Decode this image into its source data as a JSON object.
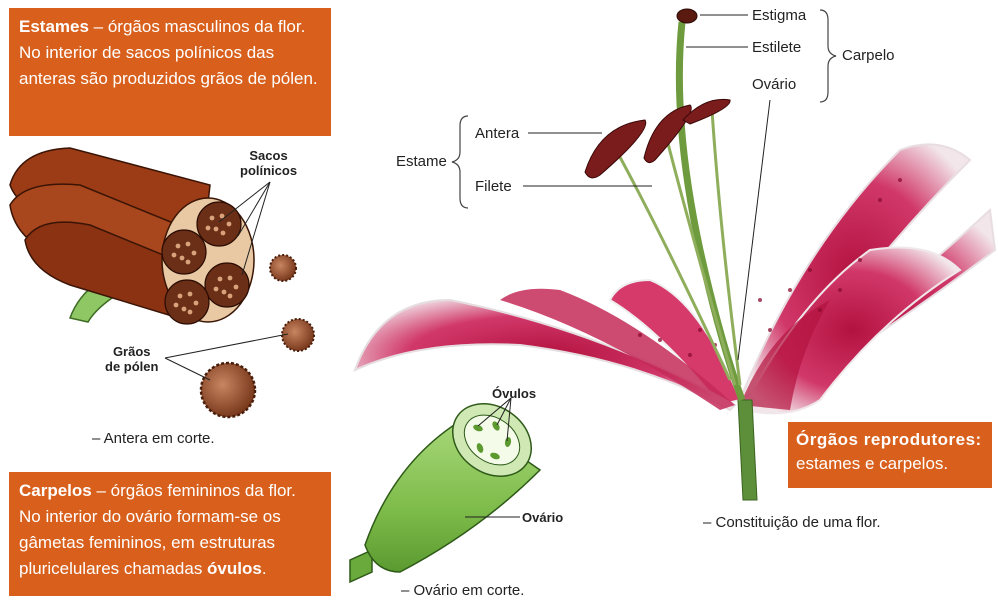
{
  "stamens_box": {
    "title": "Estames",
    "text": " – órgãos masculinos da flor. No interior de sacos polínicos das anteras são produzidos grãos de pólen."
  },
  "carpels_box": {
    "title": "Carpelos",
    "text_before": " – órgãos femininos da flor. No interior do ovário formam-se os gâmetas femininos, em estruturas pluricelulares chamadas ",
    "bold_word": "óvulos",
    "text_after": "."
  },
  "reproductive_box": {
    "title": "Órgãos reprodutores:",
    "text": "estames e carpelos."
  },
  "anther_diagram": {
    "label_pollen_sacs_1": "Sacos",
    "label_pollen_sacs_2": "polínicos",
    "label_pollen_grains_1": "Grãos",
    "label_pollen_grains_2": "de pólen",
    "caption": "– Antera em corte."
  },
  "ovary_diagram": {
    "label_ovules": "Óvulos",
    "label_ovary": "Ovário",
    "caption": "– Ovário em corte."
  },
  "flower_diagram": {
    "label_stigma": "Estigma",
    "label_style": "Estilete",
    "label_ovary": "Ovário",
    "label_carpel": "Carpelo",
    "label_anther": "Antera",
    "label_filament": "Filete",
    "label_stamen": "Estame",
    "caption": "– Constituição de uma flor."
  },
  "colors": {
    "box_orange": "#d9601c",
    "anther_brown": "#a4431f",
    "ovary_green": "#7dbb4a",
    "petal_pink": "#c4285a",
    "stem_green": "#5d8f3a"
  }
}
